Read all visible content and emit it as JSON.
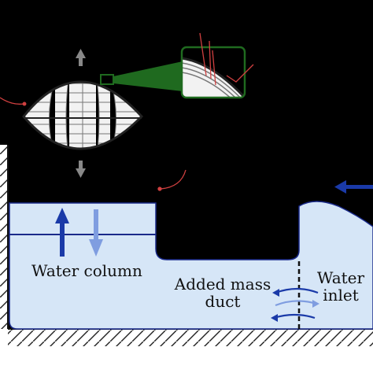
{
  "labels": {
    "water_column": "Water column",
    "added_mass_duct": [
      "Added mass",
      "duct"
    ],
    "water_inlet": [
      "Water",
      "inlet"
    ]
  },
  "colors": {
    "background": "#000000",
    "water": "#d6e6f7",
    "water_outline": "#1a2a8a",
    "arrow_dark_blue": "#1a3aa8",
    "arrow_light_blue": "#7f9de0",
    "arrow_grey": "#888888",
    "buoy_fill": "#f2f2f2",
    "pointer_red": "#d04040",
    "zoom_green": "#1f6a1f",
    "ground": "#ffffff"
  },
  "icons": [
    "up-arrow-icon",
    "down-arrow-icon",
    "swirl-arrows-icon",
    "inflow-arrow-icon"
  ]
}
